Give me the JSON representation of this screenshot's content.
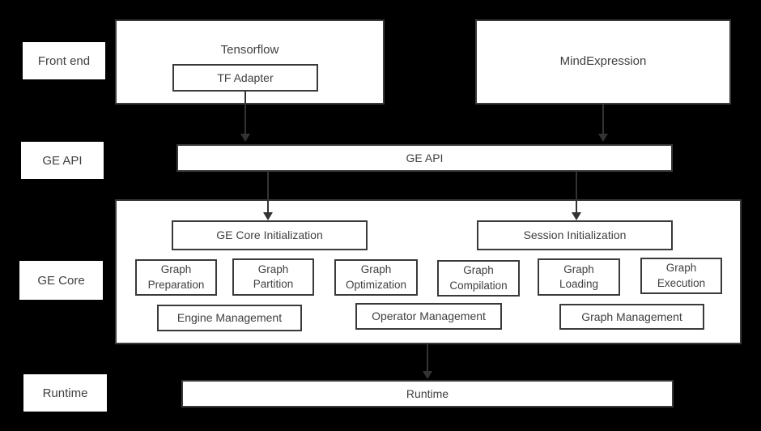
{
  "colors": {
    "background": "#000000",
    "box_fill": "#ffffff",
    "box_border": "#3a3a3a",
    "text": "#404040",
    "arrow": "#333333"
  },
  "side_labels": {
    "front_end": "Front end",
    "ge_api": "GE API",
    "ge_core": "GE Core",
    "runtime": "Runtime"
  },
  "front_end": {
    "tensorflow_title": "Tensorflow",
    "tf_adapter": "TF Adapter",
    "mindexpression_title": "MindExpression"
  },
  "ge_api": {
    "bar_label": "GE API"
  },
  "ge_core": {
    "init": [
      {
        "label": "GE Core Initialization"
      },
      {
        "label": "Session Initialization"
      }
    ],
    "modules": [
      {
        "label": "Graph Preparation"
      },
      {
        "label": "Graph Partition"
      },
      {
        "label": "Graph Optimization"
      },
      {
        "label": "Graph Compilation"
      },
      {
        "label": "Graph Loading"
      },
      {
        "label": "Graph Execution"
      }
    ],
    "managers": [
      {
        "label": "Engine Management"
      },
      {
        "label": "Operator Management"
      },
      {
        "label": "Graph Management"
      }
    ]
  },
  "runtime": {
    "bar_label": "Runtime"
  }
}
